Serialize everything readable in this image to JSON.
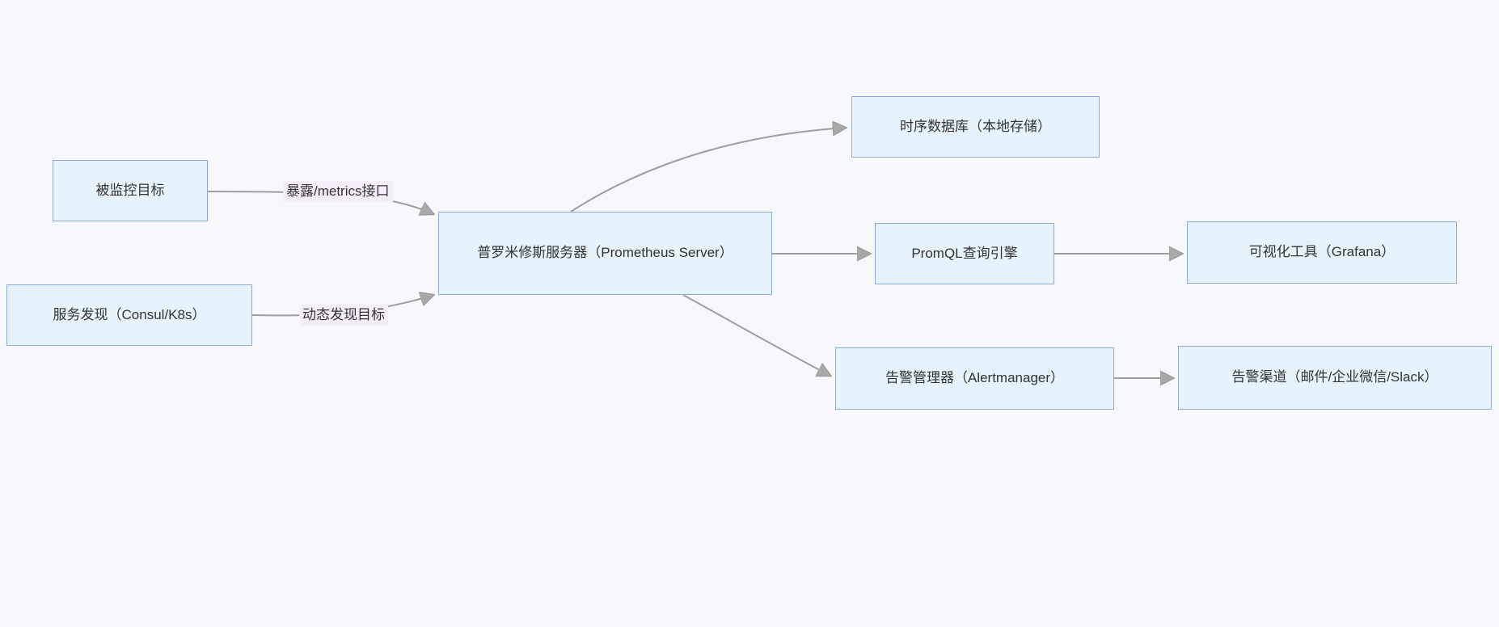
{
  "canvas": {
    "background": "#f7f8fb"
  },
  "colors": {
    "node_fill": "#e6f2fc",
    "node_border": "#8aabe8",
    "node_text": "#333333",
    "edge_line": "#9e9e9e",
    "edge_label_bg": "#f4eefb",
    "edge_label_text": "#333333"
  },
  "diagram": {
    "type": "flowchart",
    "nodes": [
      {
        "id": "monitored-targets",
        "label": "被监控目标"
      },
      {
        "id": "service-discovery",
        "label": "服务发现（Consul/K8s）"
      },
      {
        "id": "prometheus-server",
        "label": "普罗米修斯服务器（Prometheus Server）"
      },
      {
        "id": "tsdb",
        "label": "时序数据库（本地存储）"
      },
      {
        "id": "promql-engine",
        "label": "PromQL查询引擎"
      },
      {
        "id": "grafana",
        "label": "可视化工具（Grafana）"
      },
      {
        "id": "alertmanager",
        "label": "告警管理器（Alertmanager）"
      },
      {
        "id": "alert-channels",
        "label": "告警渠道（邮件/企业微信/Slack）"
      }
    ],
    "edge_labels": [
      {
        "text": "暴露/metrics接口"
      },
      {
        "text": "动态发现目标"
      }
    ],
    "edges": [
      {
        "from": "monitored-targets",
        "to": "prometheus-server",
        "label": "暴露/metrics接口"
      },
      {
        "from": "service-discovery",
        "to": "prometheus-server",
        "label": "动态发现目标"
      },
      {
        "from": "prometheus-server",
        "to": "tsdb",
        "label": ""
      },
      {
        "from": "prometheus-server",
        "to": "promql-engine",
        "label": ""
      },
      {
        "from": "promql-engine",
        "to": "grafana",
        "label": ""
      },
      {
        "from": "prometheus-server",
        "to": "alertmanager",
        "label": ""
      },
      {
        "from": "alertmanager",
        "to": "alert-channels",
        "label": ""
      }
    ]
  }
}
